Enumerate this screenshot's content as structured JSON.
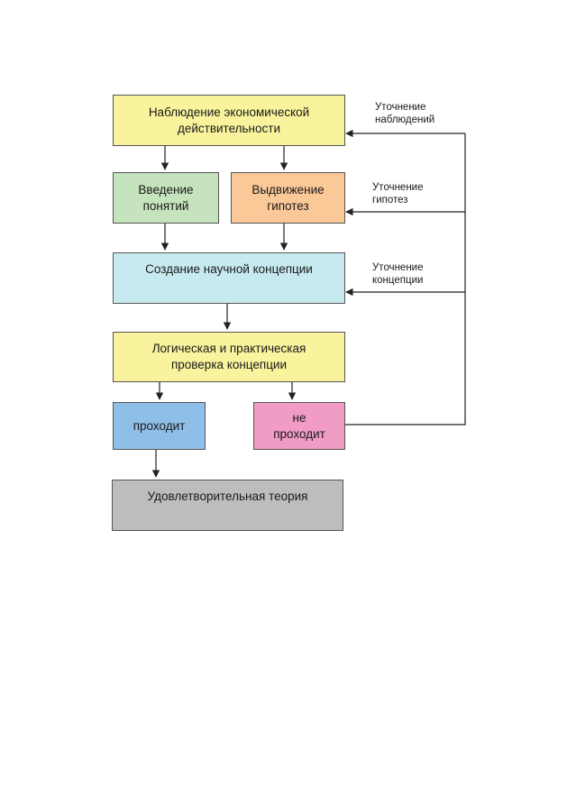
{
  "boxes": {
    "observation": {
      "label": "Наблюдение экономической\nдействительности",
      "color": "#f8f39c"
    },
    "concepts": {
      "label": "Введение\nпонятий",
      "color": "#c5e3bd"
    },
    "hypotheses": {
      "label": "Выдвижение\nгипотез",
      "color": "#fbc898"
    },
    "conception": {
      "label": "Создание научной концепции",
      "color": "#c7eaf1"
    },
    "verification": {
      "label": "Логическая и практическая\nпроверка концепции",
      "color": "#f8f39c"
    },
    "passes": {
      "label": "проходит",
      "color": "#8fbfe8"
    },
    "fails": {
      "label": "не\nпроходит",
      "color": "#f09cc4"
    },
    "theory": {
      "label": "Удовлетворительная теория",
      "color": "#bdbdbf"
    }
  },
  "notes": {
    "refine_observations": "Уточнение\nнаблюдений",
    "refine_hypotheses": "Уточнение\nгипотез",
    "refine_conception": "Уточнение\nконцепции"
  },
  "line_color": "#222222"
}
